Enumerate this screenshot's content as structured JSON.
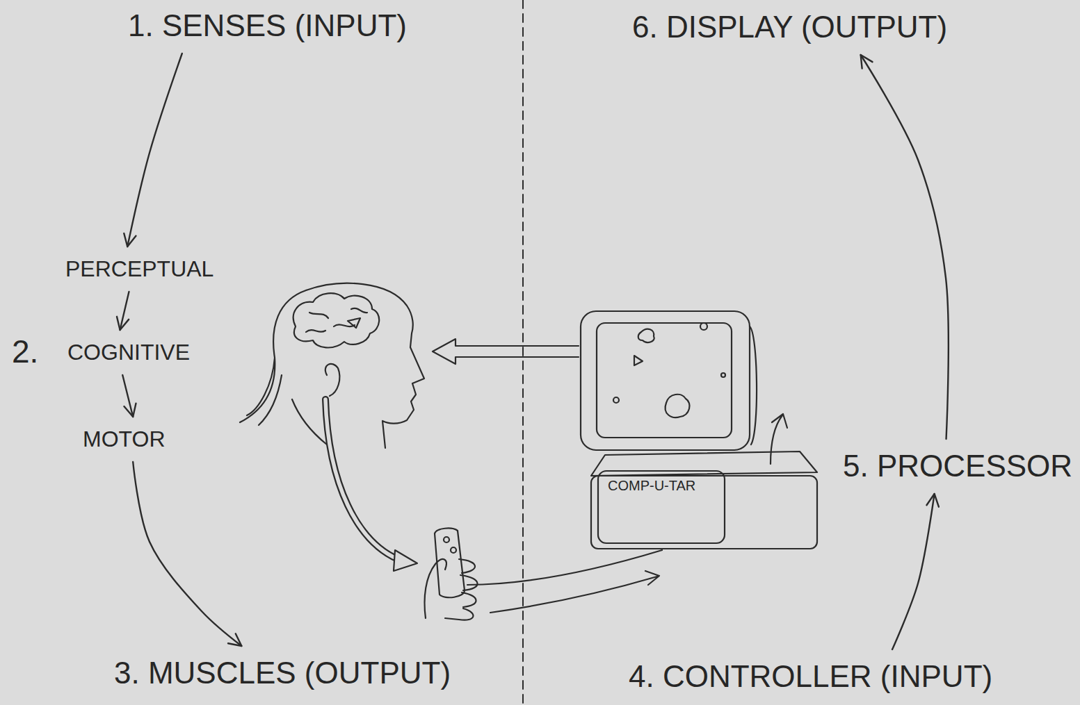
{
  "diagram": {
    "nodes": [
      {
        "text": [
          "1. SENSES (INPUT)"
        ]
      },
      {
        "text": [
          "PERCEPTUAL"
        ]
      },
      {
        "text": [
          "COGNITIVE"
        ]
      },
      {
        "text": [
          "MOTOR"
        ]
      },
      {
        "text": [
          "3. MUSCLES (OUTPUT)"
        ]
      },
      {
        "text": [
          "4. CONTROLLER (INPUT)"
        ]
      },
      {
        "text": [
          "5. PROCESSOR"
        ]
      },
      {
        "text": [
          "6. DISPLAY (OUTPUT)"
        ]
      }
    ],
    "edges": [
      {
        "from": 0,
        "to": 1,
        "arrow": "to"
      },
      {
        "from": 1,
        "to": 2,
        "arrow": "to"
      },
      {
        "from": 2,
        "to": 3,
        "arrow": "to"
      },
      {
        "from": 3,
        "to": 4,
        "arrow": "to"
      },
      {
        "from": 5,
        "to": 6,
        "arrow": "to"
      },
      {
        "from": 6,
        "to": 7,
        "arrow": "to"
      }
    ],
    "labels": [
      "2.",
      "COMP-U-TAR"
    ]
  }
}
